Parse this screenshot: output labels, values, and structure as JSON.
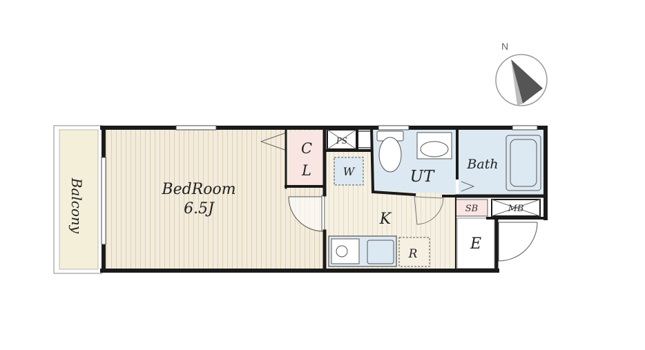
{
  "compass": {
    "north_label": "N"
  },
  "rooms": {
    "balcony": "Balcony",
    "bedroom_name": "BedRoom",
    "bedroom_size": "6.5J",
    "closet_c": "C",
    "closet_l": "L",
    "ps": "PS",
    "washer": "W",
    "utility": "UT",
    "bath": "Bath",
    "kitchen": "K",
    "refrigerator": "R",
    "shoe_box": "SB",
    "meter_box": "MB",
    "entrance": "E"
  },
  "colors": {
    "wall": "#1a1a1a",
    "bedroom_floor": "#f3ecdc",
    "balcony_floor": "#f4efd9",
    "closet_floor": "#f9e6e3",
    "wet_area_floor": "#dde9f2",
    "kitchen_floor": "#f5f0e2",
    "entrance_floor": "#ffffff"
  }
}
